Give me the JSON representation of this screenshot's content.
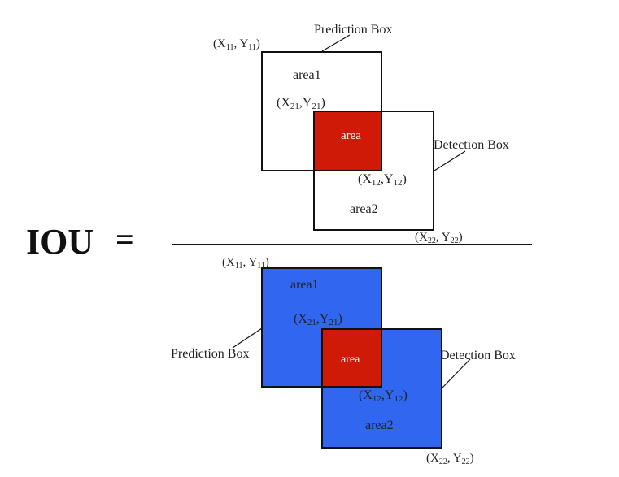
{
  "formula": {
    "lhs": "IOU",
    "equals": "="
  },
  "colors": {
    "intersection": "#d01a08",
    "union": "#3066f0",
    "stroke": "#111111",
    "background": "#ffffff"
  },
  "numerator": {
    "prediction_label": "Prediction Box",
    "detection_label": "Detection Box",
    "area1_label": "area1",
    "area2_label": "area2",
    "intersection_label": "area",
    "corner_11": {
      "X": "X",
      "i": "11",
      "Y": "Y",
      "j": "11"
    },
    "corner_21": {
      "X": "X",
      "i": "21",
      "Y": "Y",
      "j": "21"
    },
    "corner_12": {
      "X": "X",
      "i": "12",
      "Y": "Y",
      "j": "12"
    },
    "corner_22": {
      "X": "X",
      "i": "22",
      "Y": "Y",
      "j": "22"
    }
  },
  "denominator": {
    "prediction_label": "Prediction Box",
    "detection_label": "Detection Box",
    "area1_label": "area1",
    "area2_label": "area2",
    "intersection_label": "area",
    "corner_11": {
      "X": "X",
      "i": "11",
      "Y": "Y",
      "j": "11"
    },
    "corner_21": {
      "X": "X",
      "i": "21",
      "Y": "Y",
      "j": "21"
    },
    "corner_12": {
      "X": "X",
      "i": "12",
      "Y": "Y",
      "j": "12"
    },
    "corner_22": {
      "X": "X",
      "i": "22",
      "Y": "Y",
      "j": "22"
    }
  }
}
